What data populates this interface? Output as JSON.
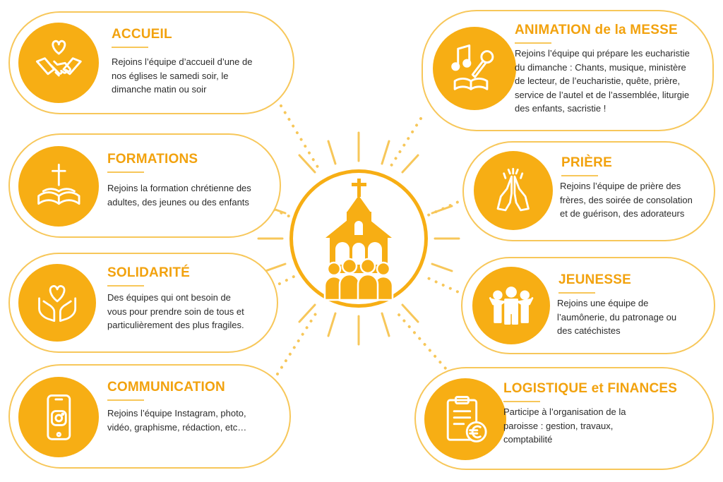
{
  "colors": {
    "accent": "#F7AE14",
    "title": "#F2A20E",
    "border": "#F7C75A",
    "text": "#2b2b2b"
  },
  "hub": {
    "icon": "church-with-people-icon"
  },
  "cards": [
    {
      "id": "accueil",
      "title": "ACCUEIL",
      "icon": "handshake-heart-icon",
      "text": "Rejoins l’équipe d’accueil d’une de nos églises le samedi soir, le dimanche matin ou soir"
    },
    {
      "id": "formations",
      "title": "FORMATIONS",
      "icon": "bible-cross-icon",
      "text": "Rejoins la formation chrétienne des adultes, des jeunes ou des enfants"
    },
    {
      "id": "solidarite",
      "title": "SOLIDARITÉ",
      "icon": "hands-heart-icon",
      "text": "Des équipes qui ont besoin de vous pour prendre soin de tous et particulièrement des plus fragiles."
    },
    {
      "id": "communication",
      "title": "COMMUNICATION",
      "icon": "smartphone-instagram-icon",
      "text": "Rejoins l’équipe Instagram, photo, vidéo, graphisme, rédaction, etc…"
    },
    {
      "id": "animation",
      "title": "ANIMATION de la MESSE",
      "icon": "music-microphone-book-icon",
      "text": "Rejoins l’équipe qui prépare les eucharistie du dimanche : Chants, musique, ministère de lecteur, de l’eucharistie, quête, prière, service de l’autel et de l’assemblée, liturgie des enfants, sacristie !"
    },
    {
      "id": "priere",
      "title": "PRIÈRE",
      "icon": "praying-hands-icon",
      "text": "Rejoins l’équipe de prière des frères, des soirée de consolation et de guérison, des adorateurs"
    },
    {
      "id": "jeunesse",
      "title": "JEUNESSE",
      "icon": "group-of-people-icon",
      "text": "Rejoins une équipe de l’aumônerie, du patronage ou des catéchistes"
    },
    {
      "id": "logistique",
      "title": "LOGISTIQUE et FINANCES",
      "icon": "clipboard-euro-icon",
      "text": "Participe à l’organisation de la paroisse : gestion, travaux, comptabilité"
    }
  ]
}
